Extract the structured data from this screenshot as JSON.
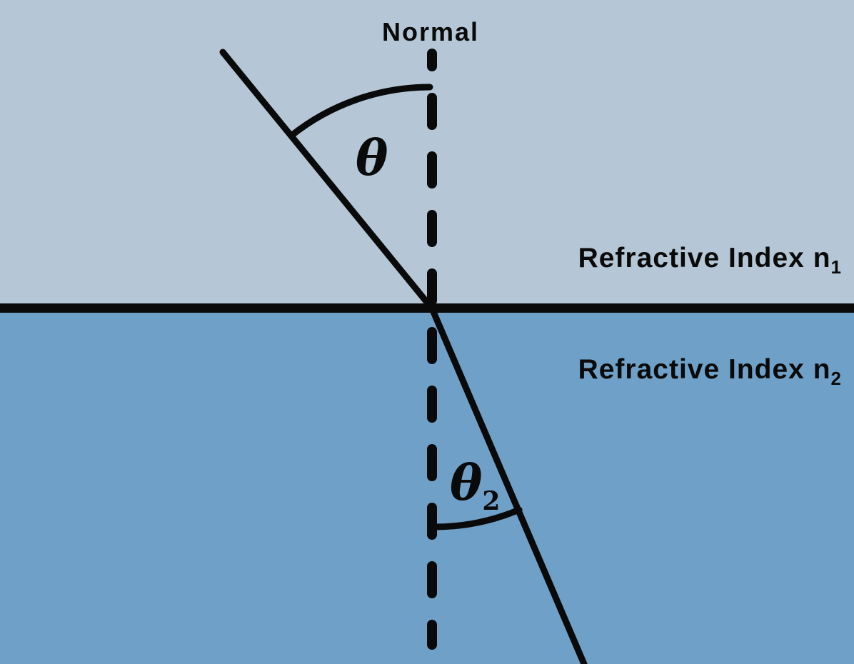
{
  "diagram": {
    "normal_label": "Normal",
    "angle1": {
      "symbol": "θ"
    },
    "angle2": {
      "symbol": "θ",
      "subscript": "2"
    },
    "medium1": {
      "label": "Refractive Index n",
      "subscript": "1"
    },
    "medium2": {
      "label": "Refractive Index n",
      "subscript": "2"
    },
    "colors": {
      "medium1_bg": "#b5c7d6",
      "medium2_bg": "#6fa1c8",
      "ink": "#0a0a0a"
    }
  }
}
